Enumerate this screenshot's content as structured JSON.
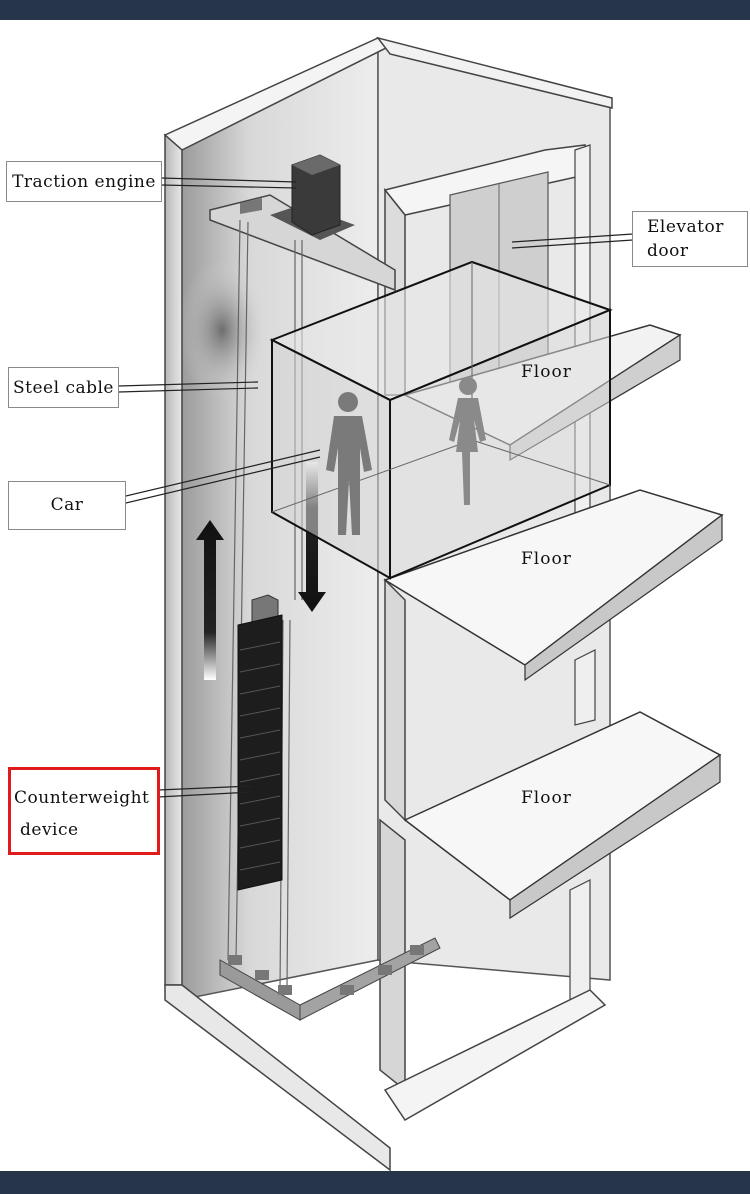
{
  "labels": {
    "traction_engine": "Traction engine",
    "elevator_door_line1": "Elevator",
    "elevator_door_line2": "door",
    "steel_cable": "Steel cable",
    "car": "Car",
    "counterweight_line1": "Counterweight",
    "counterweight_line2": "device"
  },
  "floors": [
    "Floor",
    "Floor",
    "Floor"
  ],
  "colors": {
    "frame_bars": "#27354a",
    "highlight_border": "#e01b1b"
  }
}
